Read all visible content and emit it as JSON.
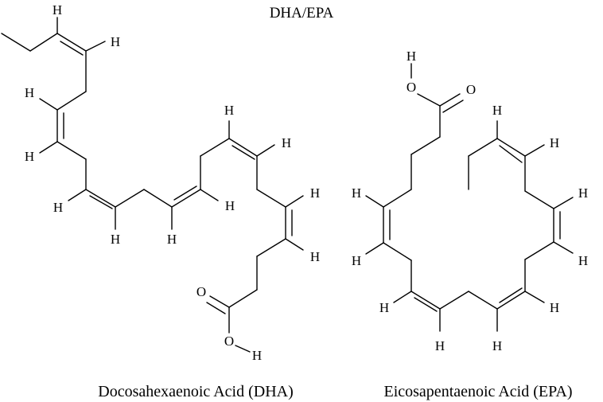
{
  "figure": {
    "title": "DHA/EPA"
  },
  "molecules": {
    "dha": {
      "name": "Docosahexaenoic Acid (DHA)",
      "atoms": {
        "h": "H",
        "o": "O"
      }
    },
    "epa": {
      "name": "Eicosapentaenoic Acid (EPA)",
      "atoms": {
        "h": "H",
        "o": "O"
      }
    }
  }
}
